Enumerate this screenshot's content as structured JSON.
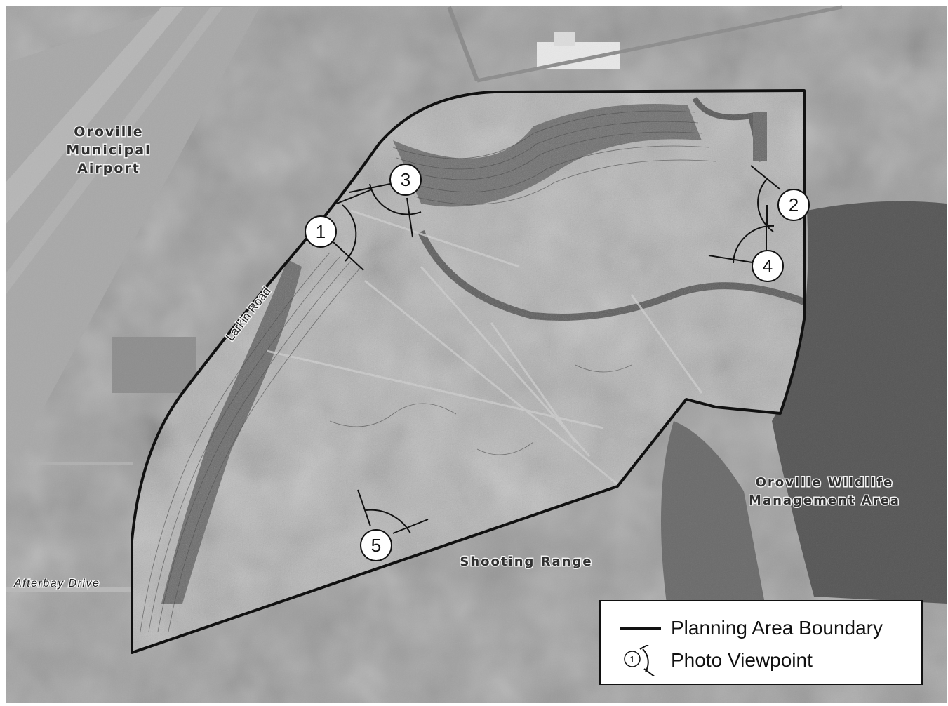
{
  "map": {
    "places": {
      "airport_line1": "Oroville",
      "airport_line2": "Municipal",
      "airport_line3": "Airport",
      "wildlife_line1": "Oroville Wildlife",
      "wildlife_line2": "Management Area",
      "shooting_range": "Shooting Range"
    },
    "roads": {
      "larkin": "Larkin Road",
      "afterbay": "Afterbay Drive"
    },
    "viewpoints": [
      {
        "id": "1"
      },
      {
        "id": "2"
      },
      {
        "id": "3"
      },
      {
        "id": "4"
      },
      {
        "id": "5"
      }
    ]
  },
  "legend": {
    "boundary_label": "Planning Area Boundary",
    "viewpoint_label": "Photo Viewpoint",
    "viewpoint_sample": "1"
  },
  "colors": {
    "boundary": "#111111",
    "background": "#9a9a9a"
  }
}
